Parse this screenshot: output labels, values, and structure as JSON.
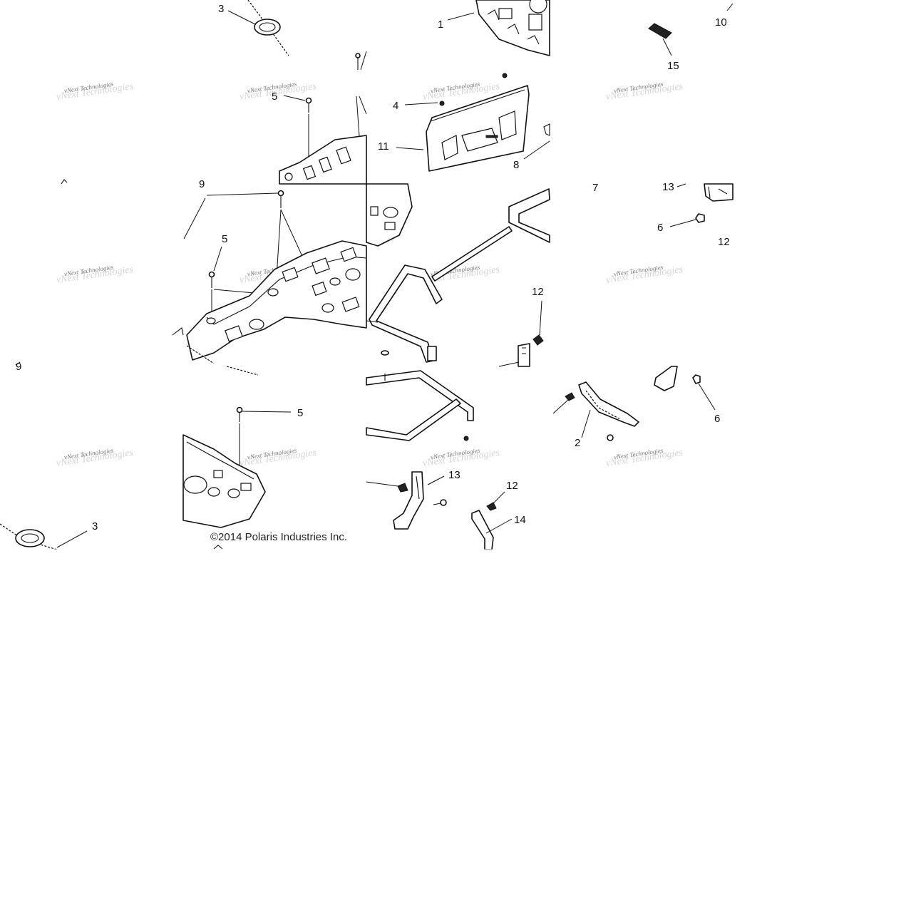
{
  "diagram": {
    "copyright": "©2014 Polaris Industries Inc.",
    "watermark_line1": "vNext Technologies",
    "watermark_line2": "vNext Technologies",
    "callouts": [
      "3",
      "1",
      "10",
      "15",
      "5",
      "4",
      "11",
      "8",
      "9",
      "5",
      "7",
      "13",
      "6",
      "12",
      "12",
      "9",
      "5",
      "3",
      "13",
      "12",
      "14",
      "2",
      "6"
    ]
  }
}
